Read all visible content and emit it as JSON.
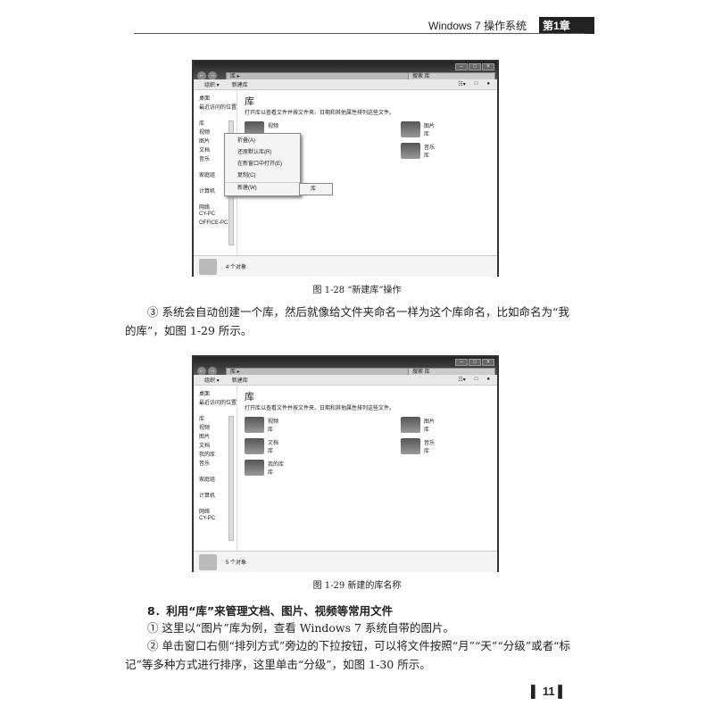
{
  "header": {
    "title": "Windows 7 操作系统",
    "chapter": "第1章"
  },
  "fig28": {
    "breadcrumb": "库 ▸",
    "search": "搜索 库",
    "toolbar": [
      "组织 ▾",
      "新建库"
    ],
    "sidebar": [
      "桌面",
      "最近访问的位置",
      "",
      "库",
      "视频",
      "图片",
      "文档",
      "音乐",
      "",
      "家庭组",
      "",
      "计算机",
      "",
      "网络",
      "CY-PC",
      "OFFICE-PC"
    ],
    "heading": "库",
    "desc": "打开库以查看文件并按文件夹、日期和其他属性排列这些文件。",
    "items": [
      {
        "name": "视频",
        "type": ""
      },
      {
        "name": "图片",
        "type": "库"
      },
      {
        "name": "",
        "type": ""
      },
      {
        "name": "音乐",
        "type": "库"
      }
    ],
    "status": "4 个对象",
    "context_menu": [
      "折叠(A)",
      "还原默认库(R)",
      "在新窗口中打开(E)",
      "复制(C)",
      "新建(W)"
    ],
    "submenu": "库",
    "caption": "图 1-28 “新建库”操作"
  },
  "para1": "③ 系统会自动创建一个库，然后就像给文件夹命名一样为这个库命名，比如命名为“我的库”，如图 1-29 所示。",
  "fig29": {
    "breadcrumb": "库 ▸",
    "search": "搜索 库",
    "toolbar": [
      "组织 ▾",
      "新建库"
    ],
    "sidebar": [
      "桌面",
      "最近访问的位置",
      "",
      "库",
      "视频",
      "图片",
      "文档",
      "我的库",
      "音乐",
      "",
      "家庭组",
      "",
      "计算机",
      "",
      "网络",
      "CY-PC"
    ],
    "heading": "库",
    "desc": "打开库以查看文件并按文件夹、日期和其他属性排列这些文件。",
    "items": [
      {
        "name": "视频",
        "type": "库"
      },
      {
        "name": "图片",
        "type": "库"
      },
      {
        "name": "文档",
        "type": "库"
      },
      {
        "name": "音乐",
        "type": "库"
      },
      {
        "name": "我的库",
        "type": "库"
      }
    ],
    "status": "5 个对象",
    "caption": "图 1-29 新建的库名称"
  },
  "section": {
    "heading": "8．利用“库”来管理文档、图片、视频等常用文件",
    "para1": "① 这里以“图片”库为例，查看 Windows 7 系统自带的图片。",
    "para2": "② 单击窗口右侧“排列方式”旁边的下拉按钮，可以将文件按照“月”“天”“分级”或者“标记”等多种方式进行排序，这里单击“分级”，如图 1-30 所示。"
  },
  "page_number": "11"
}
